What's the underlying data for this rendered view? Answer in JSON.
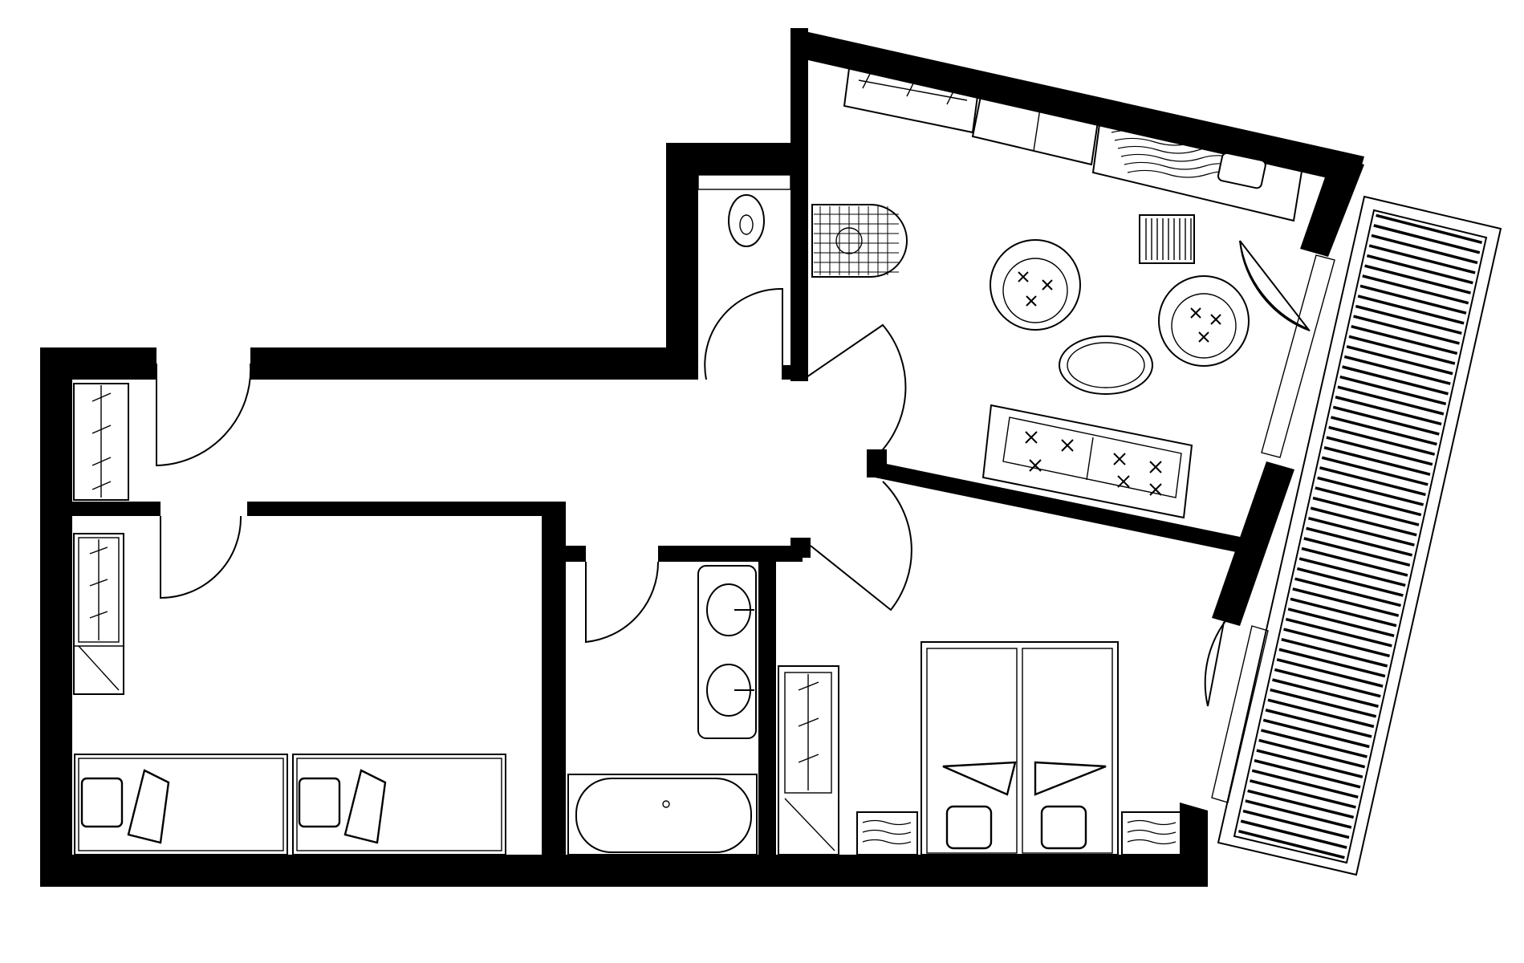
{
  "diagram": {
    "type": "floor-plan",
    "colors": {
      "wall": "#000000",
      "background": "#ffffff"
    },
    "rooms": [
      "living-room",
      "hallway",
      "wc",
      "bedroom-twin",
      "bedroom-double",
      "bathroom",
      "balcony"
    ]
  }
}
